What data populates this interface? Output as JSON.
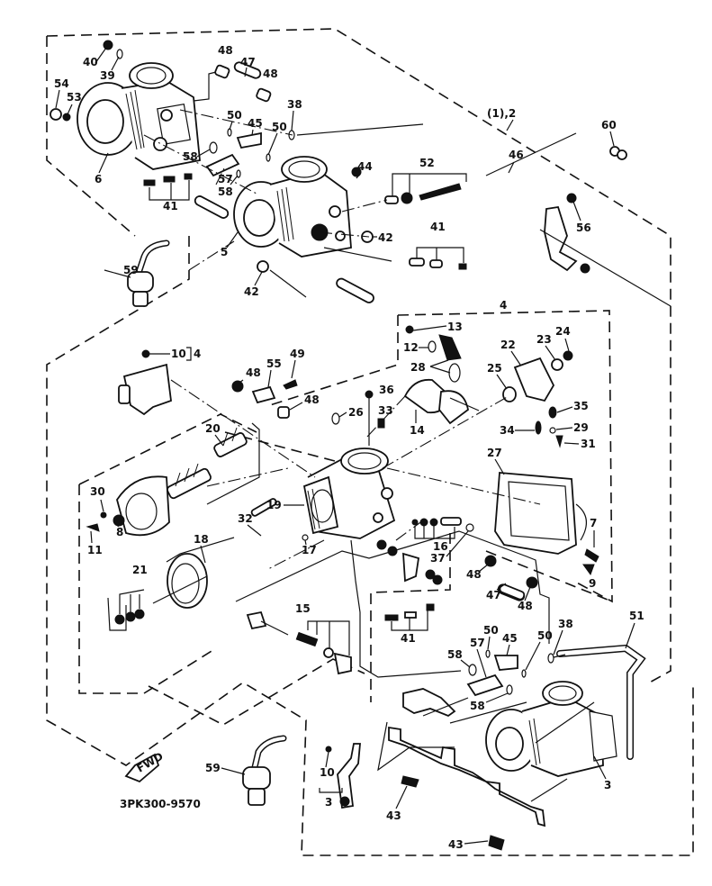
{
  "diagram": {
    "title": "Carburetor assembly exploded view",
    "drawing_code": "3PK300-9570",
    "front_arrow_text": "FWD",
    "group_label_top": "(1),2",
    "group_label_4": "4",
    "bracket_10_4": {
      "part": "10",
      "group": "4"
    },
    "bracket_10_3": {
      "part": "10",
      "group": "3"
    }
  },
  "callouts": {
    "c3": "3",
    "c4": "4",
    "c5": "5",
    "c6": "6",
    "c7": "7",
    "c8": "8",
    "c9": "9",
    "c11": "11",
    "c12": "12",
    "c13": "13",
    "c14": "14",
    "c15": "15",
    "c16": "16",
    "c17": "17",
    "c18": "18",
    "c19": "19",
    "c20": "20",
    "c21": "21",
    "c22": "22",
    "c23": "23",
    "c24": "24",
    "c25": "25",
    "c26": "26",
    "c27": "27",
    "c28": "28",
    "c29": "29",
    "c30": "30",
    "c31": "31",
    "c32": "32",
    "c33": "33",
    "c34": "34",
    "c35": "35",
    "c36": "36",
    "c37": "37",
    "c38a": "38",
    "c38b": "38",
    "c39": "39",
    "c40": "40",
    "c41a": "41",
    "c41b": "41",
    "c41c": "41",
    "c42a": "42",
    "c42b": "42",
    "c43a": "43",
    "c43b": "43",
    "c44": "44",
    "c45a": "45",
    "c45b": "45",
    "c46": "46",
    "c47a": "47",
    "c47b": "47",
    "c48a": "48",
    "c48b": "48",
    "c48c": "48",
    "c48d": "48",
    "c48e": "48",
    "c48f": "48",
    "c49": "49",
    "c50a": "50",
    "c50b": "50",
    "c50c": "50",
    "c50d": "50",
    "c51": "51",
    "c52": "52",
    "c53": "53",
    "c54": "54",
    "c55": "55",
    "c56": "56",
    "c57a": "57",
    "c57b": "57",
    "c58a": "58",
    "c58b": "58",
    "c58c": "58",
    "c58d": "58",
    "c59a": "59",
    "c59b": "59",
    "c60": "60"
  }
}
